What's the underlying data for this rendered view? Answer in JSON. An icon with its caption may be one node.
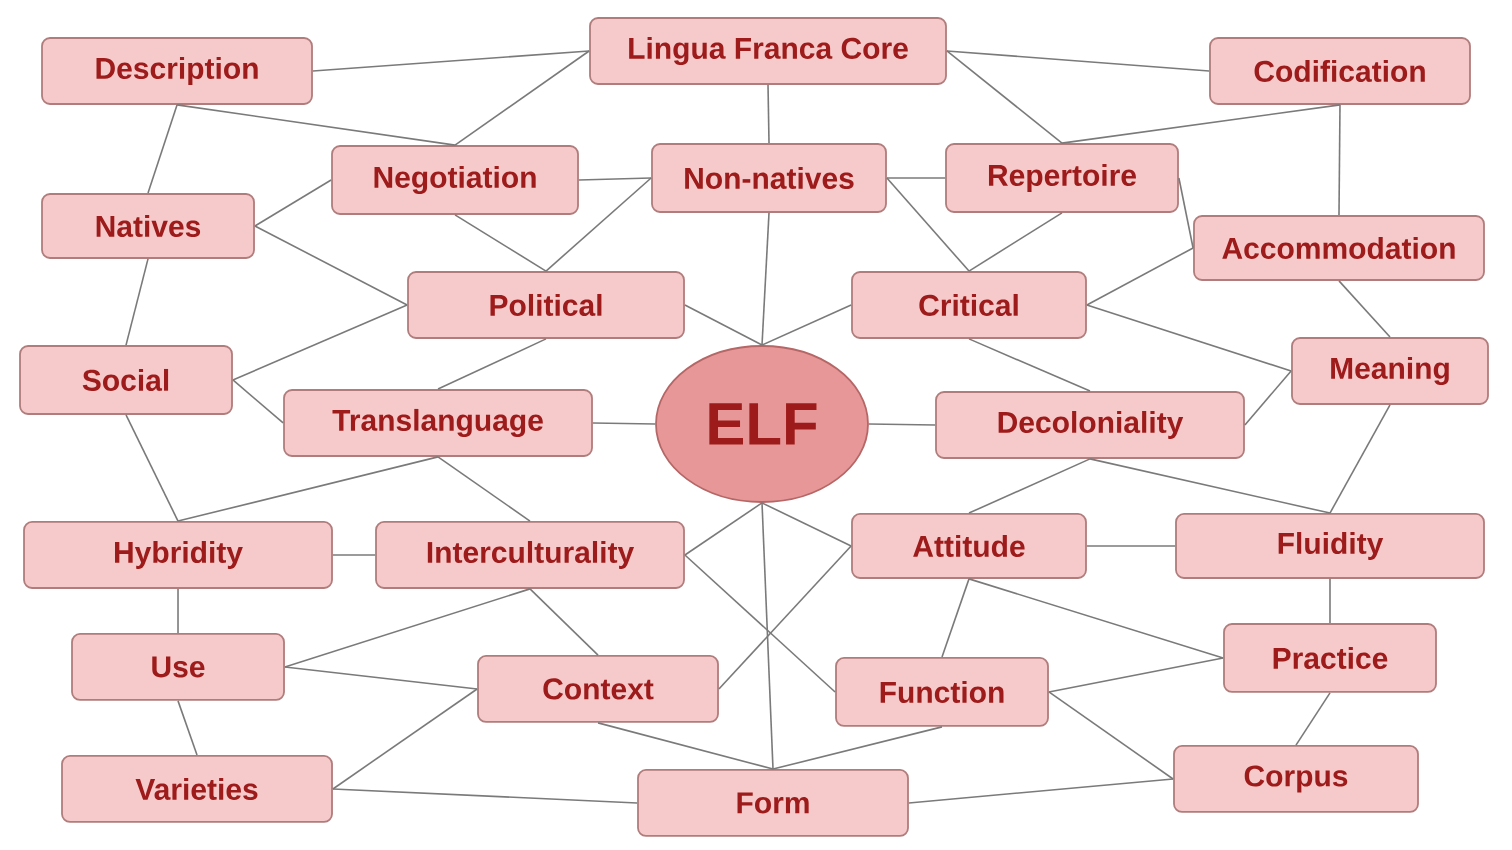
{
  "diagram": {
    "nodes": [
      {
        "text": [
          "Description"
        ]
      },
      {
        "text": [
          "Lingua Franca Core"
        ]
      },
      {
        "text": [
          "Codification"
        ]
      },
      {
        "text": [
          "Negotiation"
        ]
      },
      {
        "text": [
          "Non-natives"
        ]
      },
      {
        "text": [
          "Repertoire"
        ]
      },
      {
        "text": [
          "Natives"
        ]
      },
      {
        "text": [
          "Accommodation"
        ]
      },
      {
        "text": [
          "Political"
        ]
      },
      {
        "text": [
          "Critical"
        ]
      },
      {
        "text": [
          "Social"
        ]
      },
      {
        "text": [
          "Meaning"
        ]
      },
      {
        "text": [
          "Translanguage"
        ]
      },
      {
        "text": [
          "ELF"
        ]
      },
      {
        "text": [
          "Decoloniality"
        ]
      },
      {
        "text": [
          "Hybridity"
        ]
      },
      {
        "text": [
          "Interculturality"
        ]
      },
      {
        "text": [
          "Attitude"
        ]
      },
      {
        "text": [
          "Fluidity"
        ]
      },
      {
        "text": [
          "Use"
        ]
      },
      {
        "text": [
          "Context"
        ]
      },
      {
        "text": [
          "Function"
        ]
      },
      {
        "text": [
          "Practice"
        ]
      },
      {
        "text": [
          "Varieties"
        ]
      },
      {
        "text": [
          "Form"
        ]
      },
      {
        "text": [
          "Corpus"
        ]
      }
    ],
    "edges": [
      {
        "from": 0,
        "to": 1,
        "arrow": "none"
      },
      {
        "from": 0,
        "to": 3,
        "arrow": "none"
      },
      {
        "from": 0,
        "to": 6,
        "arrow": "none"
      },
      {
        "from": 3,
        "to": 1,
        "arrow": "none"
      },
      {
        "from": 1,
        "to": 2,
        "arrow": "none"
      },
      {
        "from": 1,
        "to": 5,
        "arrow": "none"
      },
      {
        "from": 1,
        "to": 4,
        "arrow": "none"
      },
      {
        "from": 5,
        "to": 2,
        "arrow": "none"
      },
      {
        "from": 6,
        "to": 3,
        "arrow": "none"
      },
      {
        "from": 6,
        "to": 8,
        "arrow": "none"
      },
      {
        "from": 6,
        "to": 10,
        "arrow": "none"
      },
      {
        "from": 3,
        "to": 4,
        "arrow": "none"
      },
      {
        "from": 3,
        "to": 8,
        "arrow": "none"
      },
      {
        "from": 8,
        "to": 4,
        "arrow": "none"
      },
      {
        "from": 4,
        "to": 5,
        "arrow": "none"
      },
      {
        "from": 4,
        "to": 9,
        "arrow": "none"
      },
      {
        "from": 4,
        "to": 13,
        "arrow": "none"
      },
      {
        "from": 5,
        "to": 9,
        "arrow": "none"
      },
      {
        "from": 5,
        "to": 7,
        "arrow": "none"
      },
      {
        "from": 2,
        "to": 7,
        "arrow": "none"
      },
      {
        "from": 7,
        "to": 9,
        "arrow": "none"
      },
      {
        "from": 7,
        "to": 11,
        "arrow": "none"
      },
      {
        "from": 10,
        "to": 8,
        "arrow": "none"
      },
      {
        "from": 8,
        "to": 12,
        "arrow": "none"
      },
      {
        "from": 8,
        "to": 13,
        "arrow": "none"
      },
      {
        "from": 9,
        "to": 13,
        "arrow": "none"
      },
      {
        "from": 9,
        "to": 11,
        "arrow": "none"
      },
      {
        "from": 9,
        "to": 14,
        "arrow": "none"
      },
      {
        "from": 10,
        "to": 12,
        "arrow": "none"
      },
      {
        "from": 10,
        "to": 15,
        "arrow": "none"
      },
      {
        "from": 11,
        "to": 14,
        "arrow": "none"
      },
      {
        "from": 11,
        "to": 18,
        "arrow": "none"
      },
      {
        "from": 12,
        "to": 13,
        "arrow": "none"
      },
      {
        "from": 12,
        "to": 15,
        "arrow": "none"
      },
      {
        "from": 12,
        "to": 16,
        "arrow": "none"
      },
      {
        "from": 13,
        "to": 14,
        "arrow": "none"
      },
      {
        "from": 16,
        "to": 13,
        "arrow": "none"
      },
      {
        "from": 13,
        "to": 17,
        "arrow": "none"
      },
      {
        "from": 13,
        "to": 24,
        "arrow": "none"
      },
      {
        "from": 14,
        "to": 17,
        "arrow": "none"
      },
      {
        "from": 14,
        "to": 18,
        "arrow": "none"
      },
      {
        "from": 15,
        "to": 16,
        "arrow": "none"
      },
      {
        "from": 15,
        "to": 19,
        "arrow": "none"
      },
      {
        "from": 16,
        "to": 19,
        "arrow": "none"
      },
      {
        "from": 16,
        "to": 20,
        "arrow": "none"
      },
      {
        "from": 16,
        "to": 21,
        "arrow": "none"
      },
      {
        "from": 17,
        "to": 18,
        "arrow": "none"
      },
      {
        "from": 17,
        "to": 21,
        "arrow": "none"
      },
      {
        "from": 17,
        "to": 22,
        "arrow": "none"
      },
      {
        "from": 20,
        "to": 17,
        "arrow": "none"
      },
      {
        "from": 18,
        "to": 22,
        "arrow": "none"
      },
      {
        "from": 19,
        "to": 20,
        "arrow": "none"
      },
      {
        "from": 19,
        "to": 23,
        "arrow": "none"
      },
      {
        "from": 23,
        "to": 20,
        "arrow": "none"
      },
      {
        "from": 23,
        "to": 24,
        "arrow": "none"
      },
      {
        "from": 20,
        "to": 24,
        "arrow": "none"
      },
      {
        "from": 21,
        "to": 24,
        "arrow": "none"
      },
      {
        "from": 21,
        "to": 22,
        "arrow": "none"
      },
      {
        "from": 21,
        "to": 25,
        "arrow": "none"
      },
      {
        "from": 22,
        "to": 25,
        "arrow": "none"
      },
      {
        "from": 24,
        "to": 25,
        "arrow": "none"
      }
    ]
  }
}
